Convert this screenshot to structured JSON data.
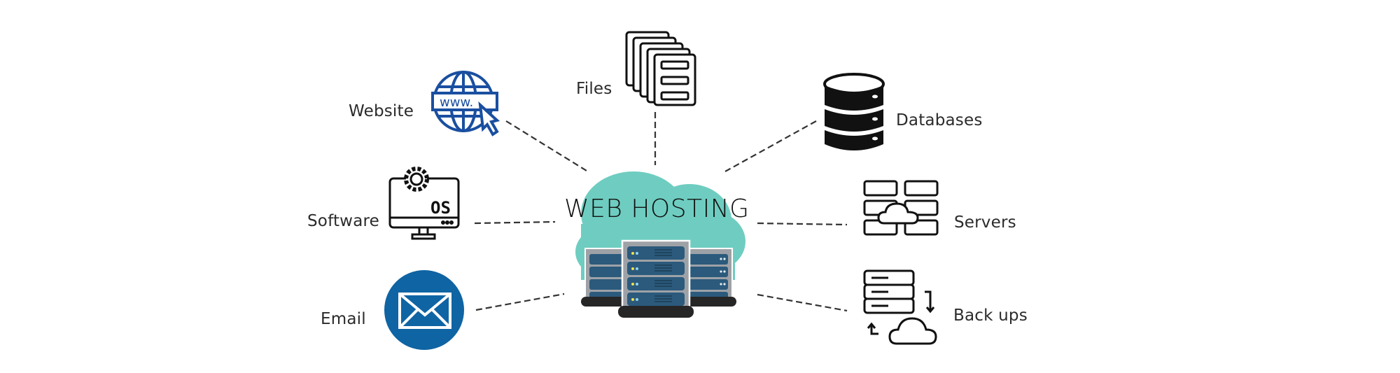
{
  "diagram": {
    "title": "WEB HOSTING",
    "center": {
      "name": "web-hosting-hub",
      "icon": "cloud-server-rack-icon"
    },
    "nodes": [
      {
        "id": "website",
        "label": "Website",
        "icon": "globe-www-cursor-icon",
        "color": "#1a4fa0"
      },
      {
        "id": "files",
        "label": "Files",
        "icon": "stacked-documents-icon",
        "color": "#111111"
      },
      {
        "id": "databases",
        "label": "Databases",
        "icon": "database-cylinder-icon",
        "color": "#111111"
      },
      {
        "id": "software",
        "label": "Software",
        "icon": "monitor-os-gear-icon",
        "color": "#111111"
      },
      {
        "id": "servers",
        "label": "Servers",
        "icon": "server-grid-cloud-icon",
        "color": "#111111"
      },
      {
        "id": "email",
        "label": "Email",
        "icon": "envelope-circle-icon",
        "color": "#0f64a3"
      },
      {
        "id": "backups",
        "label": "Back ups",
        "icon": "server-cloud-sync-icon",
        "color": "#111111"
      }
    ],
    "connector_style": "dashed",
    "colors": {
      "cloud": "#6ecdc0",
      "rack_frame": "#9ea2a7",
      "rack_unit": "#2b5a7c",
      "rack_base": "#262626",
      "line": "#333333"
    }
  }
}
